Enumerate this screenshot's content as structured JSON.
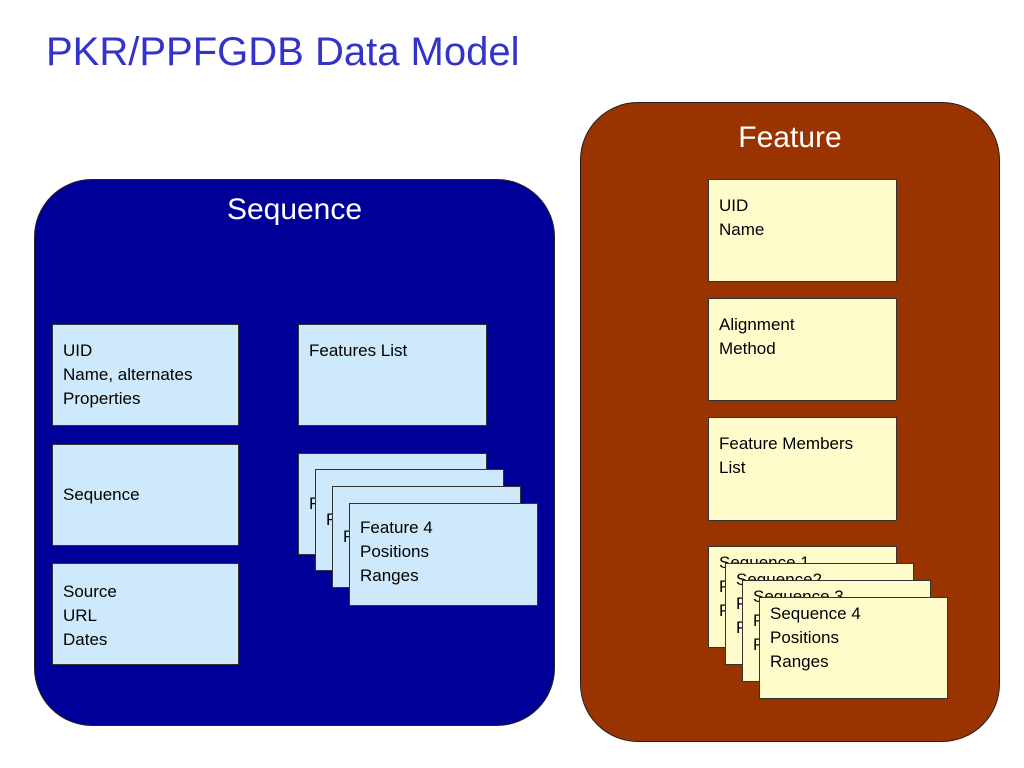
{
  "title": "PKR/PPFGDB Data Model",
  "sequence_panel": {
    "title": "Sequence",
    "color": "#000099",
    "boxes": {
      "identity": [
        "UID",
        "Name, alternates",
        "Properties"
      ],
      "features_list": [
        "Features List"
      ],
      "sequence": [
        "Sequence"
      ],
      "source": [
        "Source",
        "URL",
        "Dates"
      ]
    },
    "feature_stack": [
      [
        "F"
      ],
      [
        "F"
      ],
      [
        "F"
      ],
      [
        "Feature 4",
        "Positions",
        "Ranges"
      ]
    ]
  },
  "feature_panel": {
    "title": "Feature",
    "color": "#993300",
    "boxes": {
      "identity": [
        "UID",
        "Name"
      ],
      "alignment": [
        "Alignment",
        "Method"
      ],
      "members": [
        "Feature Members",
        "List"
      ]
    },
    "sequence_stack": [
      [
        "Sequence 1",
        "P",
        "P"
      ],
      [
        "Sequence2",
        "P",
        "P"
      ],
      [
        "Sequence 3",
        "P",
        "P"
      ],
      [
        "Sequence 4",
        "Positions",
        "Ranges"
      ]
    ]
  },
  "colors": {
    "title": "#3333cc",
    "sequence_box_fill": "#cde9fb",
    "feature_box_fill": "#fffccc"
  }
}
